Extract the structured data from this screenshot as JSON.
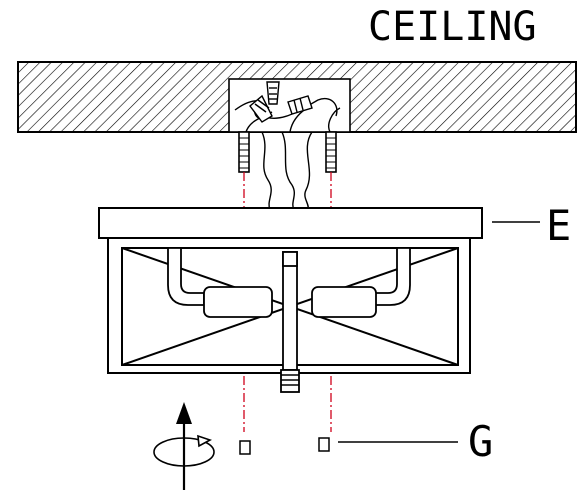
{
  "labels": {
    "ceiling": "CEILING",
    "e": "E",
    "g": "G"
  },
  "colors": {
    "line": "#000000",
    "guide": "#d0021b",
    "background": "#ffffff"
  }
}
